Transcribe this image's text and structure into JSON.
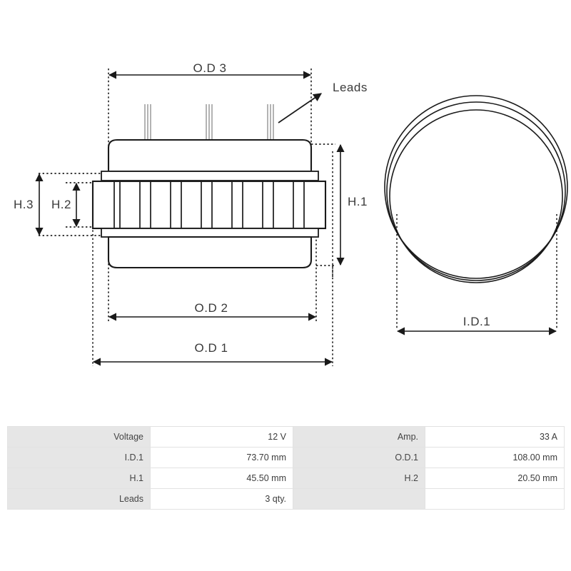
{
  "drawing": {
    "title_dimensions": {
      "od3": "O.D 3",
      "od2": "O.D 2",
      "od1": "O.D 1",
      "id1": "I.D.1",
      "h1": "H.1",
      "h2": "H.2",
      "h3": "H.3"
    },
    "annotations": {
      "leads": "Leads"
    },
    "colors": {
      "line": "#1a1a1a",
      "dim_text": "#3a3a3a",
      "lead_wire": "#808080",
      "guide_dotted": "#000000",
      "background": "#ffffff"
    },
    "geometry": {
      "lead_groups": 3,
      "wires_per_lead_group": 3,
      "lamination_slots": 11,
      "ring_circle_count": 3
    }
  },
  "spec_table": {
    "colors": {
      "label_background": "#e6e6e6",
      "value_background": "#ffffff",
      "border": "#e2e2e2",
      "text": "#3c3c3c"
    },
    "rows": [
      {
        "label_left": "Voltage",
        "value_left": "12 V",
        "label_right": "Amp.",
        "value_right": "33 A"
      },
      {
        "label_left": "I.D.1",
        "value_left": "73.70 mm",
        "label_right": "O.D.1",
        "value_right": "108.00 mm"
      },
      {
        "label_left": "H.1",
        "value_left": "45.50 mm",
        "label_right": "H.2",
        "value_right": "20.50 mm"
      },
      {
        "label_left": "Leads",
        "value_left": "3 qty.",
        "label_right": "",
        "value_right": ""
      }
    ]
  }
}
